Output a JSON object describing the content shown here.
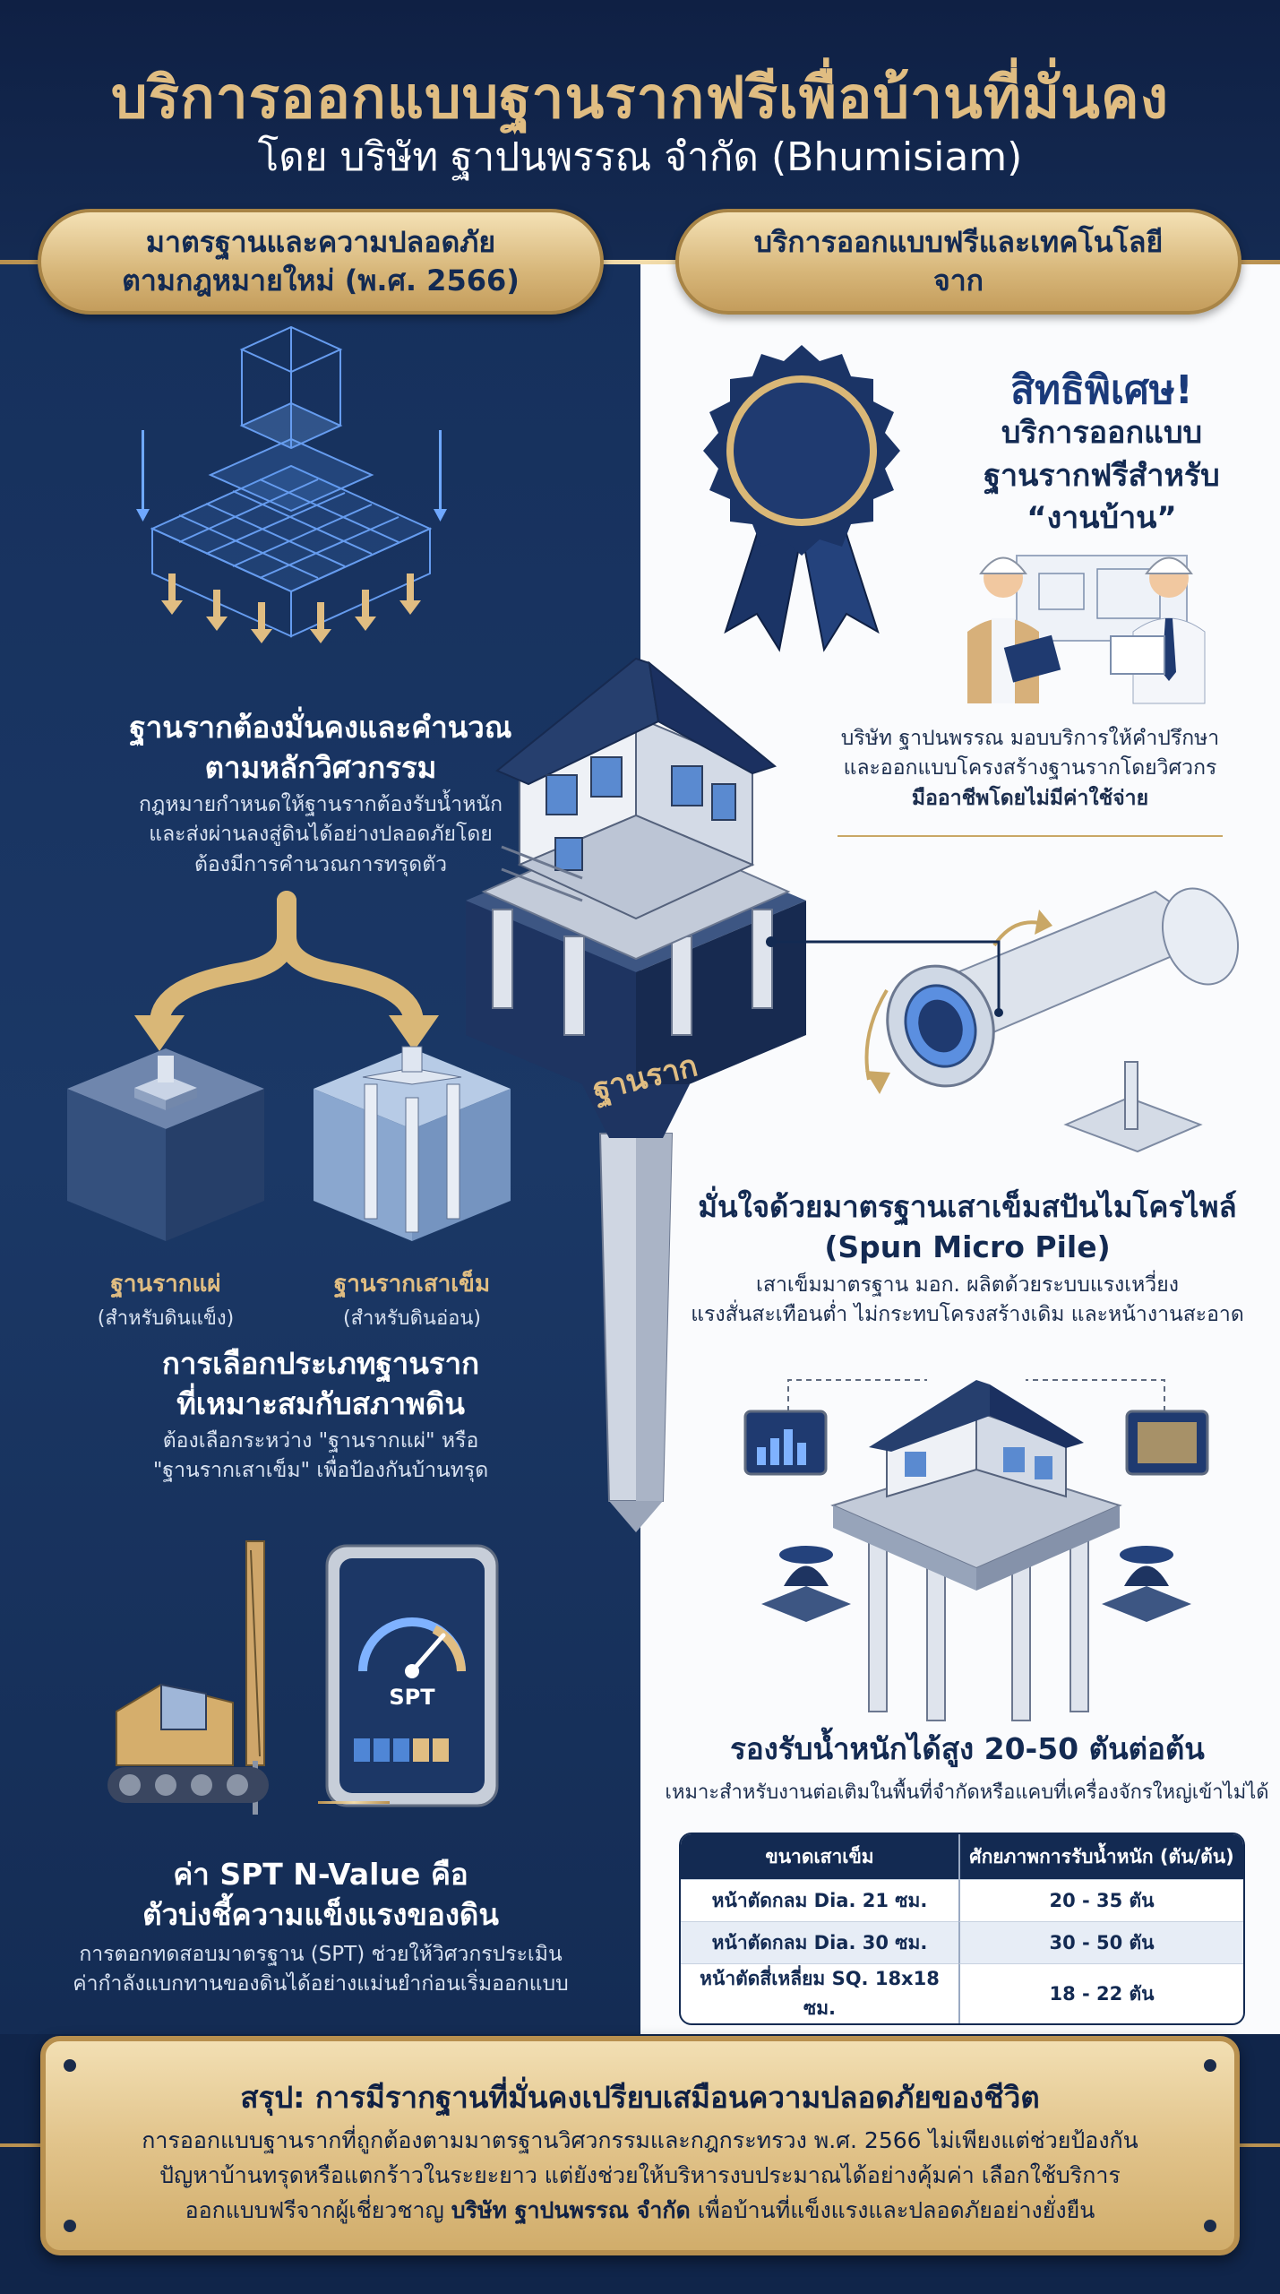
{
  "header": {
    "title": "บริการออกแบบฐานรากฟรีเพื่อบ้านที่มั่นคง",
    "subtitle": "โดย บริษัท ฐาปนพรรณ จำกัด (Bhumisiam)"
  },
  "left_column": {
    "pill_line1": "มาตรฐานและความปลอดภัย",
    "pill_line2": "ตามกฎหมายใหม่ (พ.ศ. 2566)",
    "section1": {
      "heading_line1": "ฐานรากต้องมั่นคงและคำนวณ",
      "heading_line2": "ตามหลักวิศวกรรม",
      "body_line1": "กฎหมายกำหนดให้ฐานรากต้องรับน้ำหนัก",
      "body_line2": "และส่งผ่านลงสู่ดินได้อย่างปลอดภัยโดย",
      "body_line3": "ต้องมีการคำนวณการทรุดตัว"
    },
    "footing_types": [
      {
        "label": "ฐานรากแผ่",
        "sublabel": "(สำหรับดินแข็ง)"
      },
      {
        "label": "ฐานรากเสาเข็ม",
        "sublabel": "(สำหรับดินอ่อน)"
      }
    ],
    "section2": {
      "heading_line1": "การเลือกประเภทฐานราก",
      "heading_line2": "ที่เหมาะสมกับสภาพดิน",
      "body_line1": "ต้องเลือกระหว่าง \"ฐานรากแผ่\" หรือ",
      "body_line2": "\"ฐานรากเสาเข็ม\" เพื่อป้องกันบ้านทรุด"
    },
    "spt_gauge_label": "SPT",
    "section3": {
      "heading_line1": "ค่า SPT N-Value คือ",
      "heading_line2": "ตัวบ่งชี้ความแข็งแรงของดิน",
      "body_line1": "การตอกทดสอบมาตรฐาน (SPT) ช่วยให้วิศวกรประเมิน",
      "body_line2": "ค่ากำลังแบกทานของดินได้อย่างแม่นยำก่อนเริ่มออกแบบ"
    }
  },
  "center": {
    "foundation_label": "ฐานราก"
  },
  "right_column": {
    "pill_line1": "บริการออกแบบฟรีและเทคโนโลยี",
    "pill_line2": "จาก",
    "special": {
      "title": "สิทธิพิเศษ!",
      "line1": "บริการออกแบบ",
      "line2": "ฐานรากฟรีสำหรับ",
      "line3": "“งานบ้าน”"
    },
    "consult_line1": "บริษัท ฐาปนพรรณ มอบบริการให้คำปรึกษา",
    "consult_line2": "และออกแบบโครงสร้างฐานรากโดยวิศวกร",
    "consult_line3": "มืออาชีพโดยไม่มีค่าใช้จ่าย",
    "pile": {
      "heading_line1": "มั่นใจด้วยมาตรฐานเสาเข็มสปันไมโครไพล์",
      "heading_line2": "(Spun Micro Pile)",
      "body_line1": "เสาเข็มมาตรฐาน มอก. ผลิตด้วยระบบแรงเหวี่ยง",
      "body_line2": "แรงสั่นสะเทือนต่ำ ไม่กระทบโครงสร้างเดิม และหน้างานสะอาด"
    },
    "load": {
      "heading": "รองรับน้ำหนักได้สูง 20-50 ตันต่อต้น",
      "body": "เหมาะสำหรับงานต่อเติมในพื้นที่จำกัดหรือแคบที่เครื่องจักรใหญ่เข้าไม่ได้"
    },
    "table": {
      "col1": "ขนาดเสาเข็ม",
      "col2": "ศักยภาพการรับน้ำหนัก (ตัน/ต้น)",
      "rows": [
        {
          "size": "หน้าตัดกลม Dia. 21 ซม.",
          "load": "20 - 35 ตัน"
        },
        {
          "size": "หน้าตัดกลม Dia. 30 ซม.",
          "load": "30 - 50 ตัน"
        },
        {
          "size": "หน้าตัดสี่เหลี่ยม SQ. 18x18 ซม.",
          "load": "18 - 22 ตัน"
        }
      ]
    }
  },
  "summary": {
    "title": "สรุป: การมีรากฐานที่มั่นคงเปรียบเสมือนความปลอดภัยของชีวิต",
    "line1": "การออกแบบฐานรากที่ถูกต้องตามมาตรฐานวิศวกรรมและกฎกระทรวง พ.ศ. 2566 ไม่เพียงแต่ช่วยป้องกัน",
    "line2": "ปัญหาบ้านทรุดหรือแตกร้าวในระยะยาว แต่ยังช่วยให้บริหารงบประมาณได้อย่างคุ้มค่า เลือกใช้บริการ",
    "line3_pre": "ออกแบบฟรีจากผู้เชี่ยวชาญ",
    "line3_company": "บริษัท ฐาปนพรรณ จำกัด",
    "line3_post": "เพื่อบ้านที่แข็งแรงและปลอดภัยอย่างยั่งยืน"
  },
  "colors": {
    "navy": "#132a52",
    "gold": "#e0bd82",
    "pill_gold": "#d7b679",
    "white": "#ffffff"
  }
}
